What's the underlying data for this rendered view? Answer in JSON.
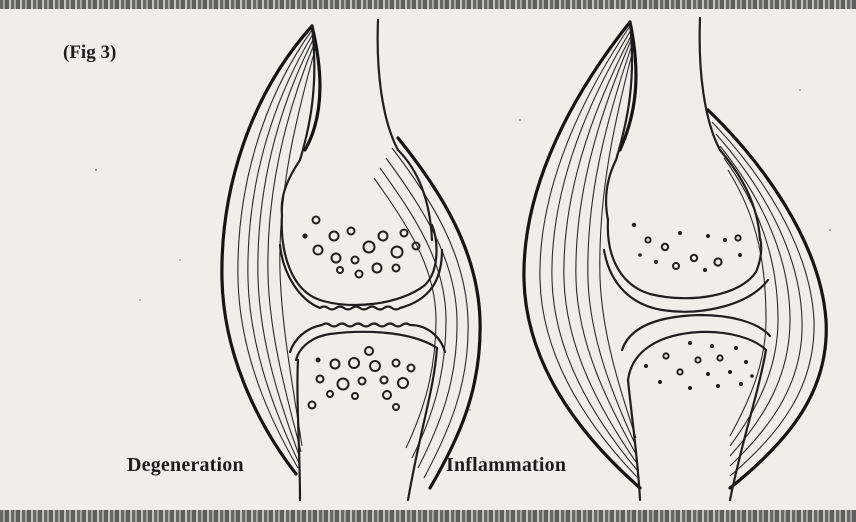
{
  "figure": {
    "label": "(Fig 3)",
    "panels": [
      {
        "label": "Degeneration"
      },
      {
        "label": "Inflammation"
      }
    ]
  }
}
